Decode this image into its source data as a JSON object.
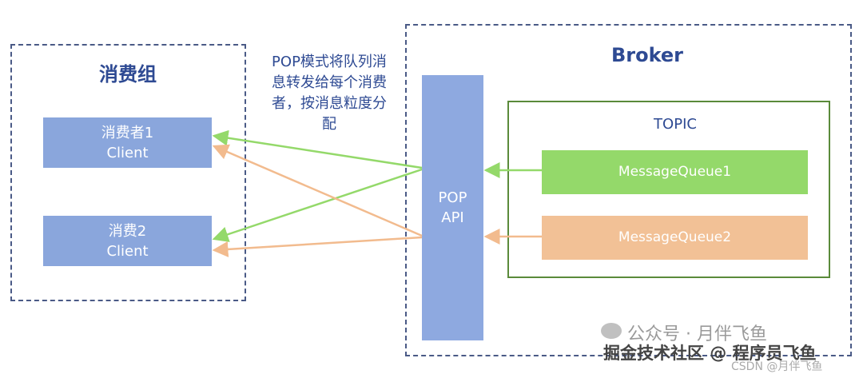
{
  "consumer_group": {
    "title": "消费组"
  },
  "consumers": [
    {
      "line1": "消费者1",
      "line2": "Client"
    },
    {
      "line1": "消费2",
      "line2": "Client"
    }
  ],
  "annotation": {
    "lines": [
      "POP模式将队列消",
      "息转发给每个消费",
      "者，按消息粒度分",
      "配"
    ]
  },
  "broker": {
    "title": "Broker"
  },
  "pop_api": {
    "line1": "POP",
    "line2": "API"
  },
  "topic": {
    "title": "TOPIC"
  },
  "queues": [
    {
      "label": "MessageQueue1"
    },
    {
      "label": "MessageQueue2"
    }
  ],
  "watermark": {
    "line1": "公众号 · 月伴飞鱼",
    "line2": "掘金技术社区 @ 程序员飞鱼",
    "line3": "CSDN @月伴飞鱼"
  },
  "colors": {
    "consumer_box": "#8aa6dc",
    "pop_api_box": "#8ea9e0",
    "queue1": "#94d96a",
    "queue2": "#f2c196",
    "green_arrow": "#94d96a",
    "orange_arrow": "#f2bb8e",
    "title_blue": "#2e4a93",
    "topic_border": "#5a8a3a"
  }
}
